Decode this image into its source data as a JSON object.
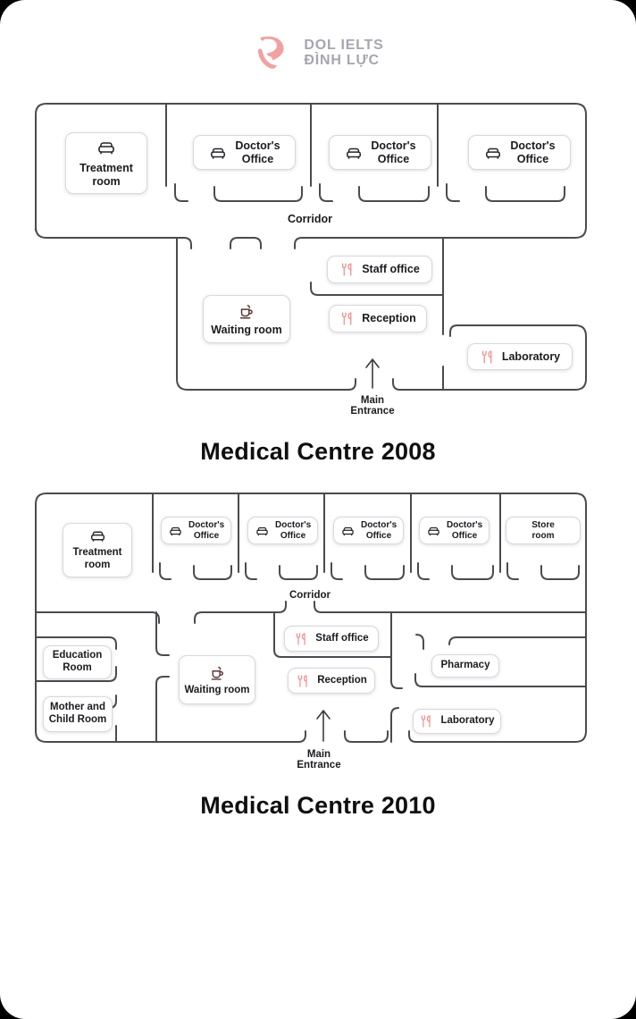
{
  "logo": {
    "line1": "DOL IELTS",
    "line2": "ĐÌNH LỰC",
    "mark_color": "#F2A1A1",
    "text_color": "#A6A6AE"
  },
  "colors": {
    "wall": "#4A4A50",
    "cutlery_icon": "#F58B8B",
    "couch_icon": "#26262B",
    "coffee_icon": "#5A3733",
    "box_border": "#D8D8DE",
    "label_text": "#1B1B1F"
  },
  "map_2008": {
    "title": "Medical Centre 2008",
    "corridor_label": "Corridor",
    "main_entrance_label": "Main Entrance",
    "rooms": {
      "treatment": "Treatment room",
      "doctor_offices": [
        "Doctor's Office",
        "Doctor's Office",
        "Doctor's Office"
      ],
      "staff_office": "Staff office",
      "waiting_room": "Waiting room",
      "reception": "Reception",
      "laboratory": "Laboratory"
    }
  },
  "map_2010": {
    "title": "Medical Centre 2010",
    "corridor_label": "Corridor",
    "main_entrance_label": "Main Entrance",
    "rooms": {
      "treatment": "Treatment room",
      "doctor_offices": [
        "Doctor's Office",
        "Doctor's Office",
        "Doctor's Office",
        "Doctor's Office"
      ],
      "store_room": "Store room",
      "education_room": "Education Room",
      "mother_child_room": "Mother and Child Room",
      "waiting_room": "Waiting room",
      "staff_office": "Staff office",
      "reception": "Reception",
      "pharmacy": "Pharmacy",
      "laboratory": "Laboratory"
    }
  }
}
